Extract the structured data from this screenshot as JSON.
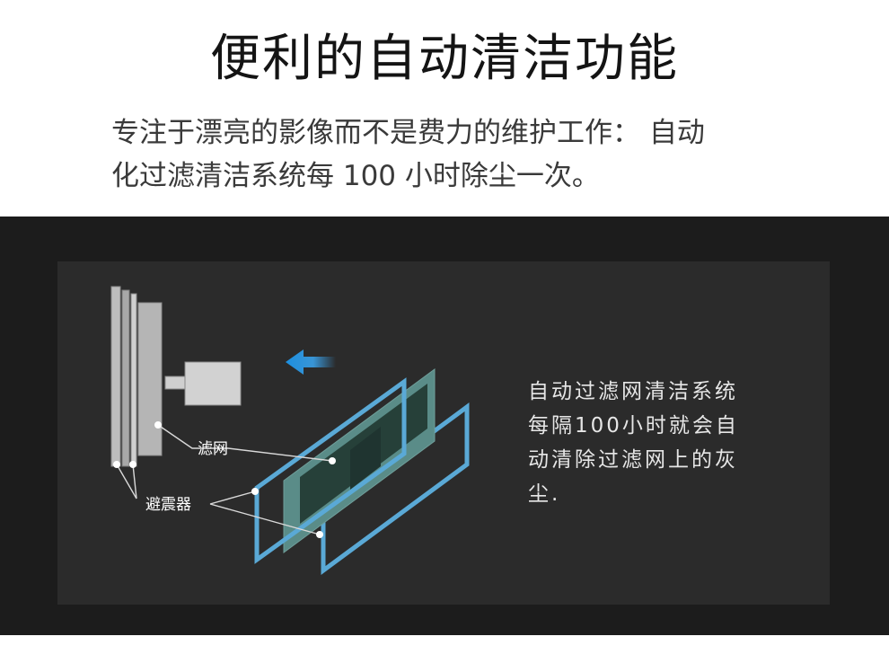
{
  "header": {
    "title": "便利的自动清洁功能",
    "subtitle_lines": [
      "专注于漂亮的影像而不是费力的维护工作： 自动",
      "化过滤清洁系统每 100 小时除尘一次。"
    ]
  },
  "diagram": {
    "labels": {
      "filter": "滤网",
      "damper": "避震器"
    },
    "description_lines": [
      "自动过滤网清洁系统",
      "每隔100小时就会自",
      "动清除过滤网上的灰",
      "尘."
    ],
    "colors": {
      "filter_frame": "#5aa9d6",
      "filter_core": "#5a8c88",
      "arrow": "#1c8fe0",
      "panel_bg": "#2b2b2b",
      "band_bg": "#1c1c1c"
    }
  }
}
